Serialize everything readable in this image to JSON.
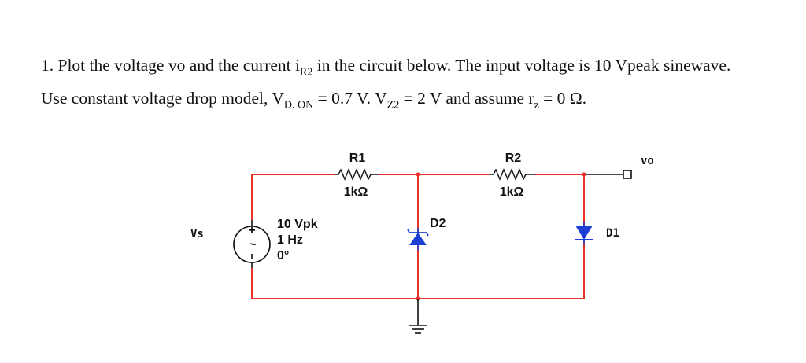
{
  "problem": {
    "line1": {
      "pre": "1. Plot the voltage vo and the current i",
      "sub": "R2",
      "post": " in the circuit below. The input voltage is 10 Vpeak sinewave."
    },
    "line2": {
      "p1": "Use constant voltage drop model, V",
      "s1": "D. ON",
      "p2": " = 0.7 V. V",
      "s2": "Z2",
      "p3": " = 2 V and assume r",
      "s3": "z",
      "p4": " = 0 Ω."
    }
  },
  "circuit": {
    "source": {
      "name": "Vs",
      "amplitude": "10 Vpk",
      "frequency": "1 Hz",
      "phase": "0°",
      "plus": "+",
      "tilde": "~"
    },
    "r1": {
      "name": "R1",
      "value": "1kΩ"
    },
    "r2": {
      "name": "R2",
      "value": "1kΩ"
    },
    "d1": {
      "name": "D1"
    },
    "d2": {
      "name": "D2"
    },
    "output": {
      "name": "vo"
    }
  }
}
